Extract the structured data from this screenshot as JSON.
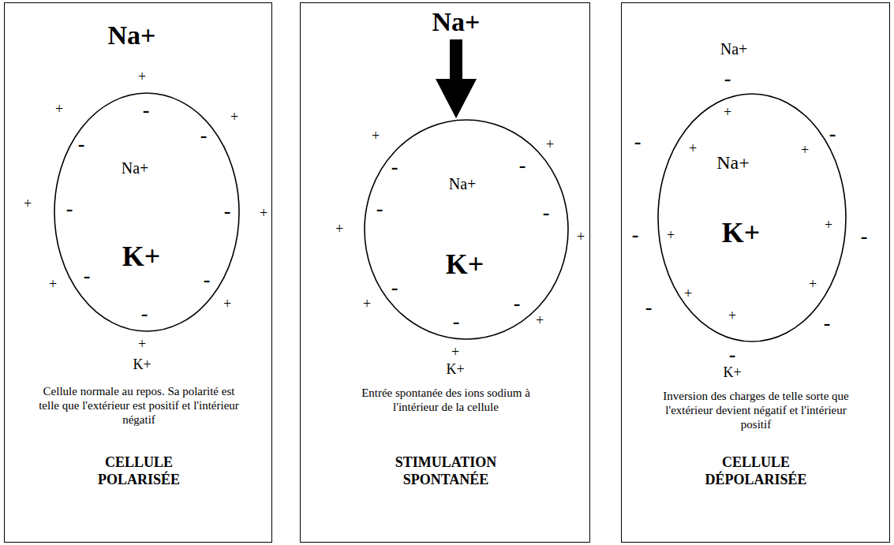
{
  "diagram": {
    "nodes": [
      {
        "text": [
          "Cellule normale au repos. Sa polarité est telle que l'extérieur est positif et l'intérieur négatif",
          "CELLULE POLARISÉE"
        ]
      },
      {
        "text": [
          "Na+",
          "K+"
        ],
        "in": 0
      },
      {
        "text": [
          "Entrée spontanée des ions sodium à l'intérieur de la cellule",
          "STIMULATION SPONTANÉE"
        ]
      },
      {
        "text": [
          "Na+",
          "K+"
        ],
        "in": 2
      },
      {
        "text": [
          "Inversion des charges de telle sorte que l'extérieur devient négatif et l'intérieur positif",
          "CELLULE DÉPOLARISÉE"
        ]
      },
      {
        "text": [
          "Na+",
          "K+"
        ],
        "in": 4
      }
    ],
    "labels": [
      "Na+",
      "K+",
      "+",
      "+",
      "+",
      "+",
      "+",
      "+",
      "+",
      "+",
      "-",
      "-",
      "-",
      "-",
      "-",
      "-",
      "-",
      "-",
      "Na+",
      "K+",
      "+",
      "+",
      "+",
      "+",
      "+",
      "+",
      "+",
      "-",
      "-",
      "-",
      "-",
      "-",
      "-",
      "-",
      "Na+",
      "K+",
      "-",
      "-",
      "-",
      "-",
      "-",
      "-",
      "-",
      "-",
      "+",
      "+",
      "+",
      "+",
      "+",
      "+",
      "+",
      "+"
    ]
  }
}
